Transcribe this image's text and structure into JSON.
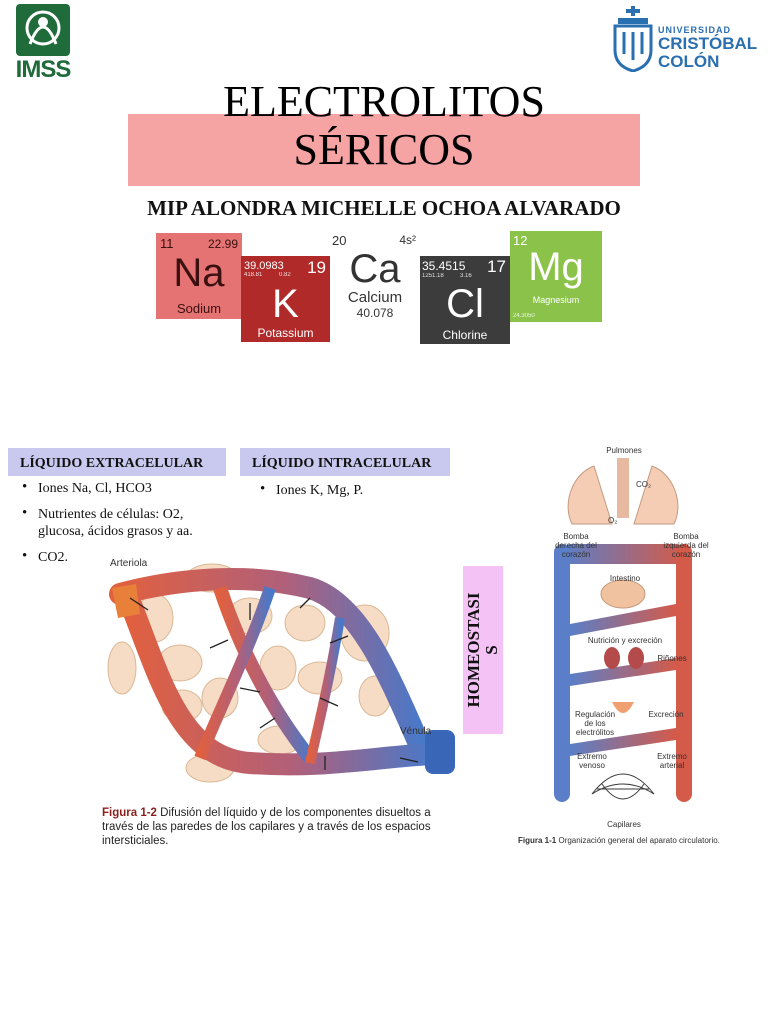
{
  "logos": {
    "left": "IMSS",
    "right_line1": "UNIVERSIDAD",
    "right_line2": "CRISTÓBAL",
    "right_line3": "COLÓN",
    "left_color": "#1f6b3a",
    "right_color": "#2a6fb0"
  },
  "title": {
    "line1": "ELECTROLITOS",
    "line2": "SÉRICOS",
    "band_color": "#f5a3a3"
  },
  "author": "MIP ALONDRA MICHELLE OCHOA ALVARADO",
  "elements": {
    "na": {
      "number": "11",
      "mass": "22.99",
      "symbol": "Na",
      "name": "Sodium",
      "color": "#e57373"
    },
    "k": {
      "mass": "39.0983",
      "number": "19",
      "symbol": "K",
      "name": "Potassium",
      "small1": "418.81",
      "small2": "0.82",
      "color": "#b02a2a"
    },
    "ca": {
      "number": "20",
      "config": "4s²",
      "symbol": "Ca",
      "name": "Calcium",
      "mass": "40.078"
    },
    "cl": {
      "mass": "35.4515",
      "number": "17",
      "symbol": "Cl",
      "name": "Chlorine",
      "small1": "1251.18",
      "small2": "3.16",
      "color": "#3c3c3c"
    },
    "mg": {
      "number": "12",
      "symbol": "Mg",
      "name": "Magnesium",
      "small": "24.3050",
      "color": "#8bc34a"
    }
  },
  "extracellular": {
    "header": "LÍQUIDO EXTRACELULAR",
    "items": [
      "Iones Na, Cl, HCO3",
      "Nutrientes de células: O2, glucosa, ácidos grasos y aa.",
      "CO2."
    ]
  },
  "intracellular": {
    "header": "LÍQUIDO INTRACELULAR",
    "items": [
      "Iones K, Mg, P."
    ]
  },
  "homeostasis": {
    "label_line1": "HOMEOSTASI",
    "label_line2": "S"
  },
  "figure_capillary": {
    "label_arteriole": "Arteriola",
    "label_venule": "Vénula",
    "caption_bold": "Figura 1-2",
    "caption_text": "Difusión del líquido y de los componentes disueltos a través de las paredes de los capilares y a través de los espacios intersticiales."
  },
  "figure_circulation": {
    "lungs": "Pulmones",
    "o2": "O₂",
    "co2": "CO₂",
    "pump_right": "Bomba derecha del corazón",
    "pump_left": "Bomba izquierda del corazón",
    "intestine": "Intestino",
    "nutrition": "Nutrición y excreción",
    "kidneys": "Riñones",
    "regulation": "Regulación de los electrólitos",
    "excretion": "Excreción",
    "venous_end": "Extremo venoso",
    "arterial_end": "Extremo arterial",
    "capillaries": "Capilares",
    "caption_bold": "Figura 1-1",
    "caption_text": "Organización general del aparato circulatorio."
  }
}
